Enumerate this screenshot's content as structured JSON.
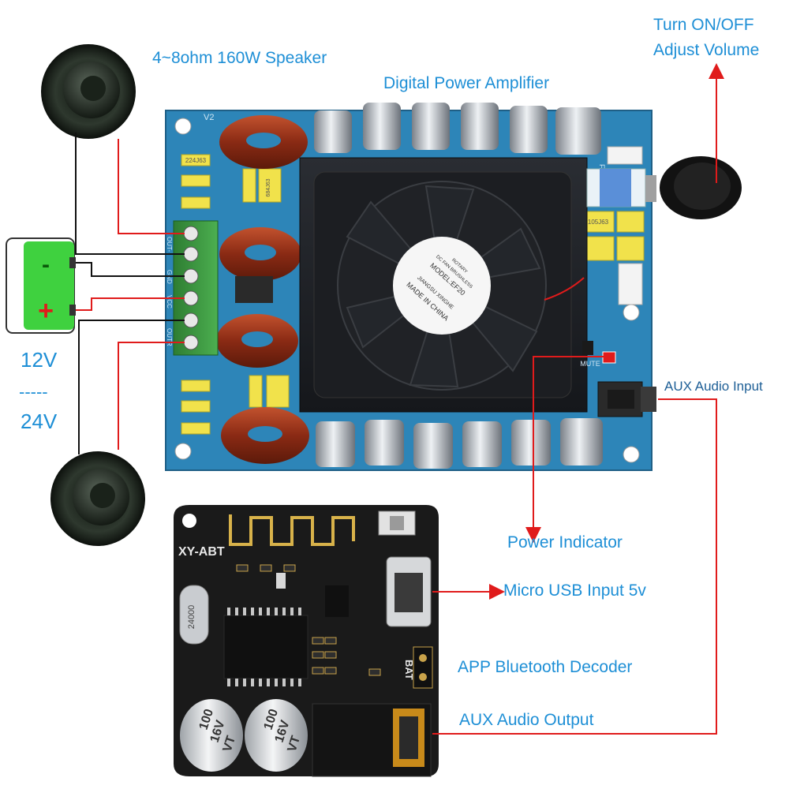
{
  "labels": {
    "speaker": "4~8ohm 160W Speaker",
    "amplifier": "Digital Power Amplifier",
    "volume_line1": "Turn ON/OFF",
    "volume_line2": "Adjust Volume",
    "aux_input": "AUX Audio Input",
    "power_indicator": "Power Indicator",
    "micro_usb": "Micro USB Input 5v",
    "bt_decoder": "APP Bluetooth Decoder",
    "aux_output": "AUX Audio Output",
    "voltage_low": "12V",
    "voltage_sep": "-----",
    "voltage_high": "24V"
  },
  "battery": {
    "minus": "-",
    "plus": "+"
  },
  "amp_board": {
    "version": "V2",
    "fan_rotary": "ROTARY",
    "fan_type": "DC FAN BRUSHLESS",
    "fan_model": "MODEL:EF20",
    "fan_maker": "JIANGSU XINGHE",
    "fan_origin": "MADE IN CHINA",
    "mute_label": "MUTE",
    "fan_label": "FAN",
    "cap_small_a": "224J63",
    "cap_yellow_a": "684J63",
    "cap_yellow_b": "105J63",
    "terminal_labels": [
      "OUT-",
      "GND",
      "VCC",
      "OUTR"
    ]
  },
  "bt_board": {
    "name": "XY-ABT",
    "crystal": "24000",
    "cap_text_1": "100",
    "cap_text_2": "16V",
    "cap_text_3": "VT",
    "bat_label": "BAT"
  },
  "colors": {
    "label_blue": "#1e8fd6",
    "pcb_blue": "#2d85b8",
    "wire_red": "#e01b1b",
    "wire_black": "#111111",
    "battery_green": "#3fd13f",
    "bt_pcb": "#1a1a1a"
  }
}
